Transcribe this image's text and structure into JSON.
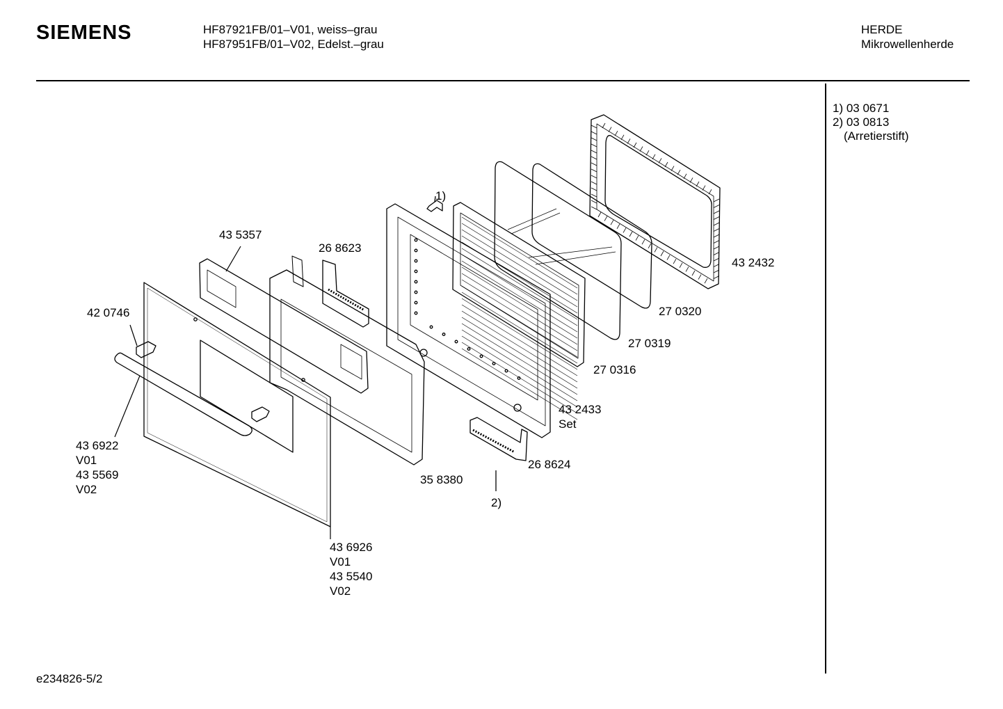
{
  "header": {
    "brand": "SIEMENS",
    "models": [
      "HF87921FB/01–V01, weiss–grau",
      "HF87951FB/01–V02, Edelst.–grau"
    ],
    "category": "HERDE",
    "subcategory": "Mikrowellenherde"
  },
  "notes": [
    "1) 03 0671",
    "2) 03 0813",
    "(Arretierstift)"
  ],
  "parts": {
    "p432432": "43 2432",
    "p270320": "27 0320",
    "p270319": "27 0319",
    "p270316": "27 0316",
    "p432433": "43 2433",
    "p432433b": "Set",
    "p268624": "26 8624",
    "p358380": "35 8380",
    "p435357": "43 5357",
    "p268623": "26 8623",
    "p420746": "42 0746",
    "p436922": [
      "43 6922",
      "V01",
      "43 5569",
      "V02"
    ],
    "p436926": [
      "43 6926",
      "V01",
      "43 5540",
      "V02"
    ],
    "ref1": "1)",
    "ref2": "2)"
  },
  "footer": {
    "doc_code": "e234826-5/2"
  }
}
